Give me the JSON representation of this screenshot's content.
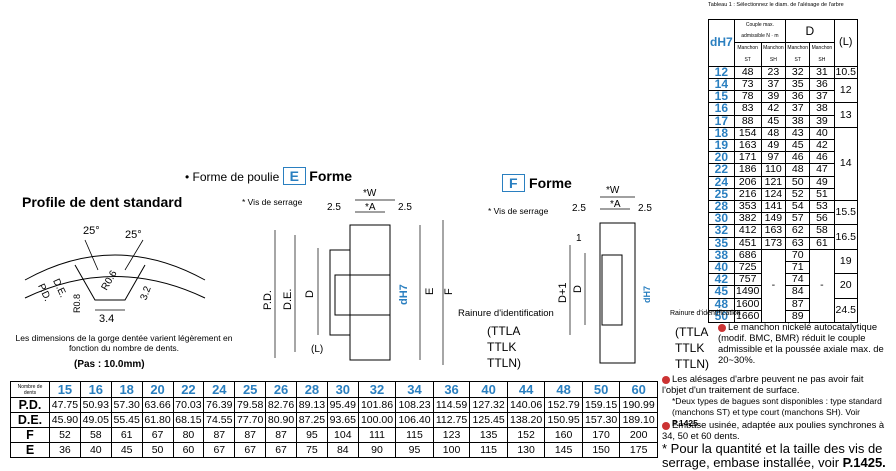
{
  "right_table": {
    "caption": "Tableau 1 : Sélectionnez le diam. de l'alésage de l'arbre",
    "col_dh7": "dH7",
    "col_couple": "Couple max. admissible N · m",
    "col_D": "D",
    "col_L": "(L)",
    "sub_st1": "Manchon ST",
    "sub_sh1": "Manchon SH",
    "sub_st2": "Manchon ST",
    "sub_sh2": "Manchon SH",
    "rows": [
      [
        "12",
        "48",
        "23",
        "32",
        "31"
      ],
      [
        "14",
        "73",
        "37",
        "35",
        "36"
      ],
      [
        "15",
        "78",
        "39",
        "36",
        "37"
      ],
      [
        "16",
        "83",
        "42",
        "37",
        "38"
      ],
      [
        "17",
        "88",
        "45",
        "38",
        "39"
      ],
      [
        "18",
        "154",
        "48",
        "43",
        "40"
      ],
      [
        "19",
        "163",
        "49",
        "45",
        "42"
      ],
      [
        "20",
        "171",
        "97",
        "46",
        "46"
      ],
      [
        "22",
        "186",
        "110",
        "48",
        "47"
      ],
      [
        "24",
        "206",
        "121",
        "50",
        "49"
      ],
      [
        "25",
        "216",
        "124",
        "52",
        "51"
      ],
      [
        "28",
        "353",
        "141",
        "54",
        "53"
      ],
      [
        "30",
        "382",
        "149",
        "57",
        "56"
      ],
      [
        "32",
        "412",
        "163",
        "62",
        "58"
      ],
      [
        "35",
        "451",
        "173",
        "63",
        "61"
      ],
      [
        "38",
        "686",
        "",
        "70",
        ""
      ],
      [
        "40",
        "725",
        "",
        "71",
        ""
      ],
      [
        "42",
        "757",
        "",
        "74",
        ""
      ],
      [
        "45",
        "1490",
        "",
        "84",
        ""
      ],
      [
        "48",
        "1600",
        "",
        "87",
        ""
      ],
      [
        "50",
        "1660",
        "",
        "89",
        ""
      ]
    ],
    "dash": "-",
    "L_groups": [
      "10.5",
      "12",
      "13",
      "14",
      "15.5",
      "16.5",
      "19",
      "20",
      "24.5"
    ]
  },
  "notes": {
    "n1": "Le manchon nickelé autocatalytique (modif. BMC, BMR) réduit le couple admissible et la poussée axiale max. de 20~30%.",
    "n2": "Les alésages d'arbre peuvent ne pas avoir fait l'objet d'un traitement de surface.",
    "n3": "*Deux types de bagues sont disponibles : type standard (manchons ST) et type court (manchons SH). Voir ",
    "n3ref": "P.1425.",
    "n4": "Embase usinée, adaptée aux poulies synchrones à 34, 50 et 60 dents.",
    "n5": "* Pour la quantité et la taille des vis de serrage, embase installée, voir ",
    "n5ref": "P.1425."
  },
  "profile": {
    "title": "Profile de dent standard",
    "a1": "25°",
    "a2": "25°",
    "r06": "R0.6",
    "r08": "R0.8",
    "de": "D.E.",
    "pd": "P.D.",
    "w32": "3.2",
    "w34": "3.4",
    "note": "Les dimensions de la gorge dentée varient légèrement en fonction du nombre de dents.",
    "pas": "(Pas : 10.0mm)"
  },
  "forme_e": {
    "prefix": "• Forme de poulie",
    "letter": "E",
    "word": "Forme",
    "w": "*W",
    "a": "*A",
    "d25a": "2.5",
    "d25b": "2.5",
    "vis": "* Vis de serrage",
    "pd": "P.D.",
    "de": "D.E.",
    "D": "D",
    "dh7": "dH7",
    "E": "E",
    "F": "F",
    "L": "(L)",
    "rainure": "Rainure d'identification",
    "ttla": "(TTLA",
    "ttlk": "TTLK",
    "ttln": "TTLN)"
  },
  "forme_f": {
    "letter": "F",
    "word": "Forme",
    "w": "*W",
    "a": "*A",
    "d25a": "2.5",
    "d25b": "2.5",
    "vis": "* Vis de serrage",
    "one": "1",
    "d1": "D+1",
    "D": "D",
    "dh7": "dH7",
    "rainure": "Rainure d'identification",
    "ttla": "(TTLA",
    "ttlk": "TTLK",
    "ttln": "TTLN)"
  },
  "bottom_table": {
    "hdr_label": "Nombre de dents",
    "teeth": [
      "15",
      "16",
      "18",
      "20",
      "22",
      "24",
      "25",
      "26",
      "28",
      "30",
      "32",
      "34",
      "36",
      "40",
      "44",
      "48",
      "50",
      "60"
    ],
    "rows": [
      {
        "label": "P.D.",
        "values": [
          "47.75",
          "50.93",
          "57.30",
          "63.66",
          "70.03",
          "76.39",
          "79.58",
          "82.76",
          "89.13",
          "95.49",
          "101.86",
          "108.23",
          "114.59",
          "127.32",
          "140.06",
          "152.79",
          "159.15",
          "190.99"
        ]
      },
      {
        "label": "D.E.",
        "values": [
          "45.90",
          "49.05",
          "55.45",
          "61.80",
          "68.15",
          "74.55",
          "77.70",
          "80.90",
          "87.25",
          "93.65",
          "100.00",
          "106.40",
          "112.75",
          "125.45",
          "138.20",
          "150.95",
          "157.30",
          "189.10"
        ]
      },
      {
        "label": "F",
        "values": [
          "52",
          "58",
          "61",
          "67",
          "80",
          "87",
          "87",
          "87",
          "95",
          "104",
          "111",
          "115",
          "123",
          "135",
          "152",
          "160",
          "170",
          "200"
        ]
      },
      {
        "label": "E",
        "values": [
          "36",
          "40",
          "45",
          "50",
          "60",
          "67",
          "67",
          "67",
          "75",
          "84",
          "90",
          "95",
          "100",
          "115",
          "130",
          "145",
          "150",
          "175"
        ]
      }
    ]
  }
}
